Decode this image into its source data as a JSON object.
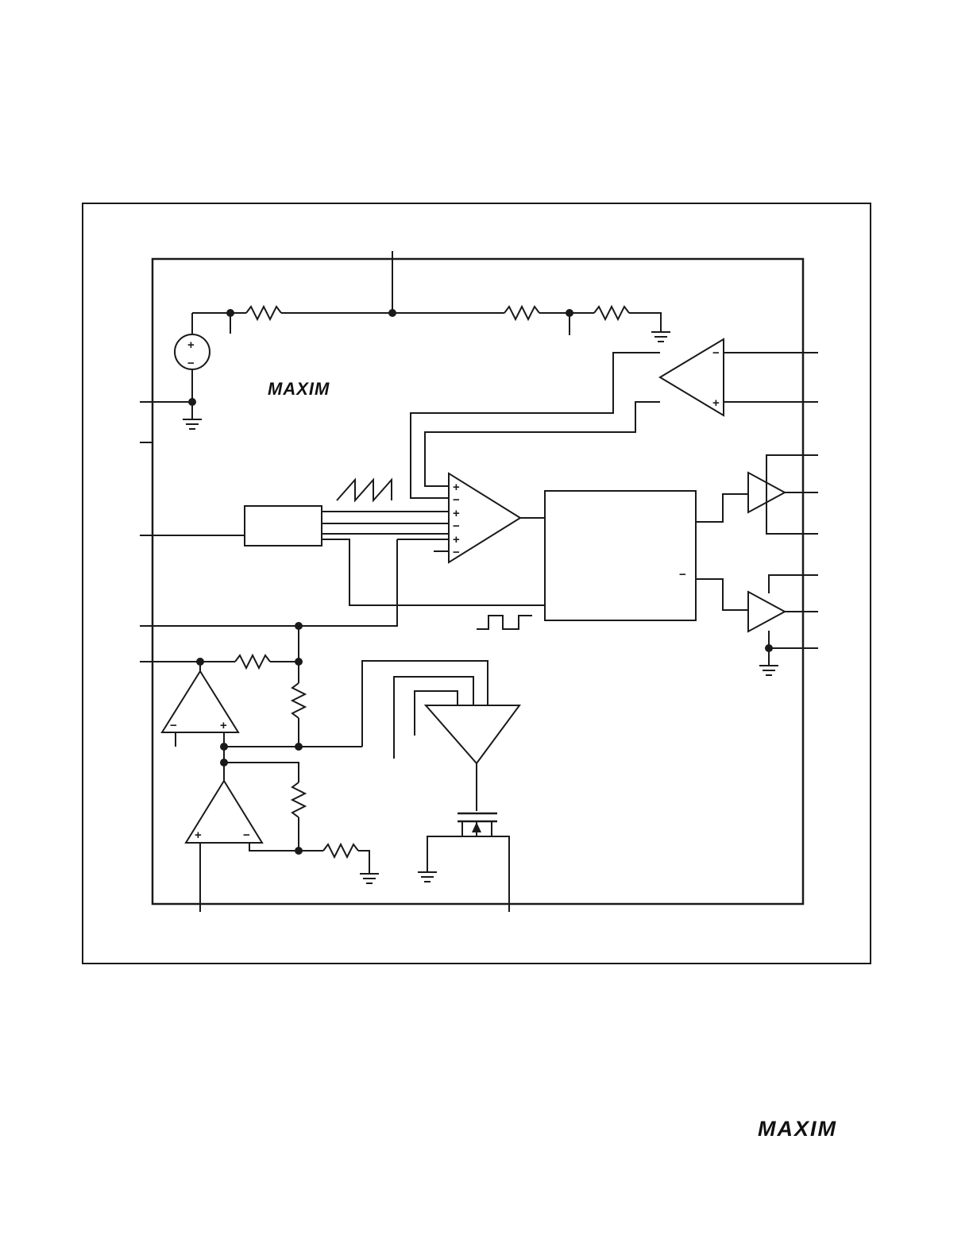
{
  "brand": {
    "logo_text": "MAXIM",
    "ink_color": "#1a1a1a",
    "background_color": "#ffffff"
  },
  "diagram": {
    "logo_text": "MAXIM",
    "sign_plus": "+",
    "sign_minus": "−",
    "symbols": [
      "voltage-source",
      "resistor",
      "ground",
      "op-amp",
      "comparator",
      "buffer",
      "oscillator-block",
      "logic-block",
      "error-amplifier",
      "mosfet",
      "sawtooth-waveform",
      "pulse-waveform"
    ]
  },
  "footer": {
    "logo_text": "MAXIM"
  }
}
